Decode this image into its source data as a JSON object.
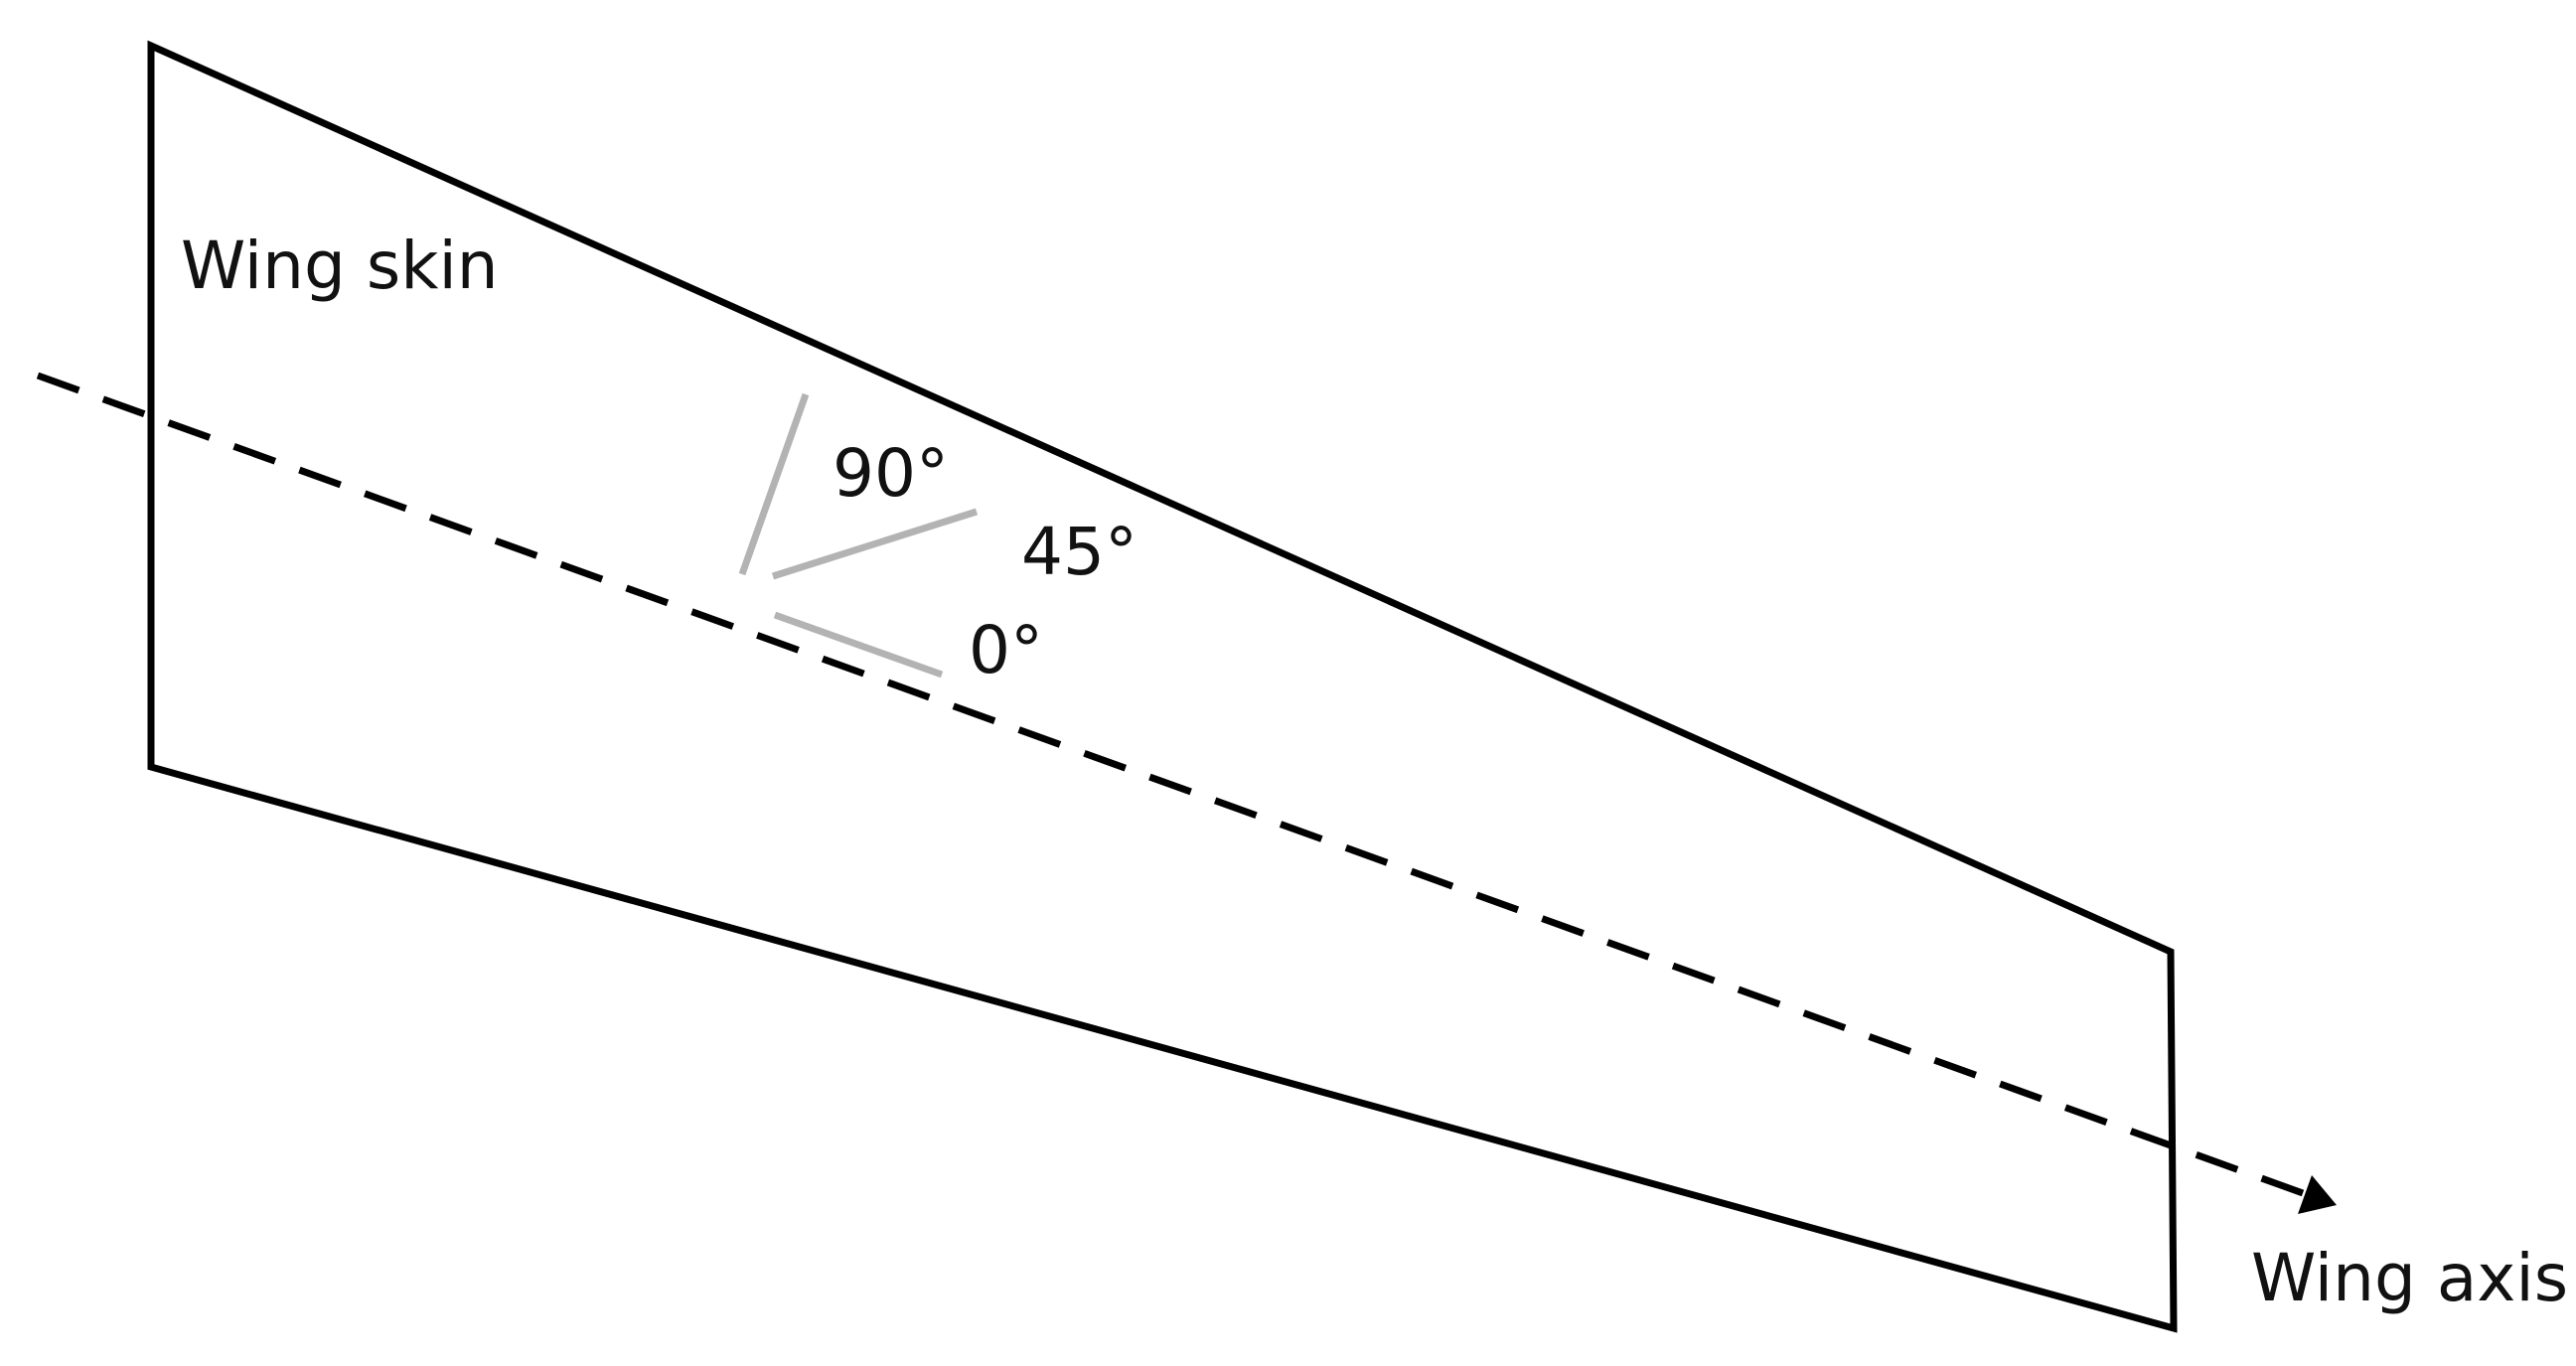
{
  "labels": {
    "wing_skin": "Wing skin",
    "wing_axis": "Wing axis",
    "angle_90": "90°",
    "angle_45": "45°",
    "angle_0": "0°"
  },
  "colors": {
    "outline": "#000000",
    "fiber_lines": "#b3b3b3",
    "text": "#111111",
    "background": "#ffffff"
  }
}
